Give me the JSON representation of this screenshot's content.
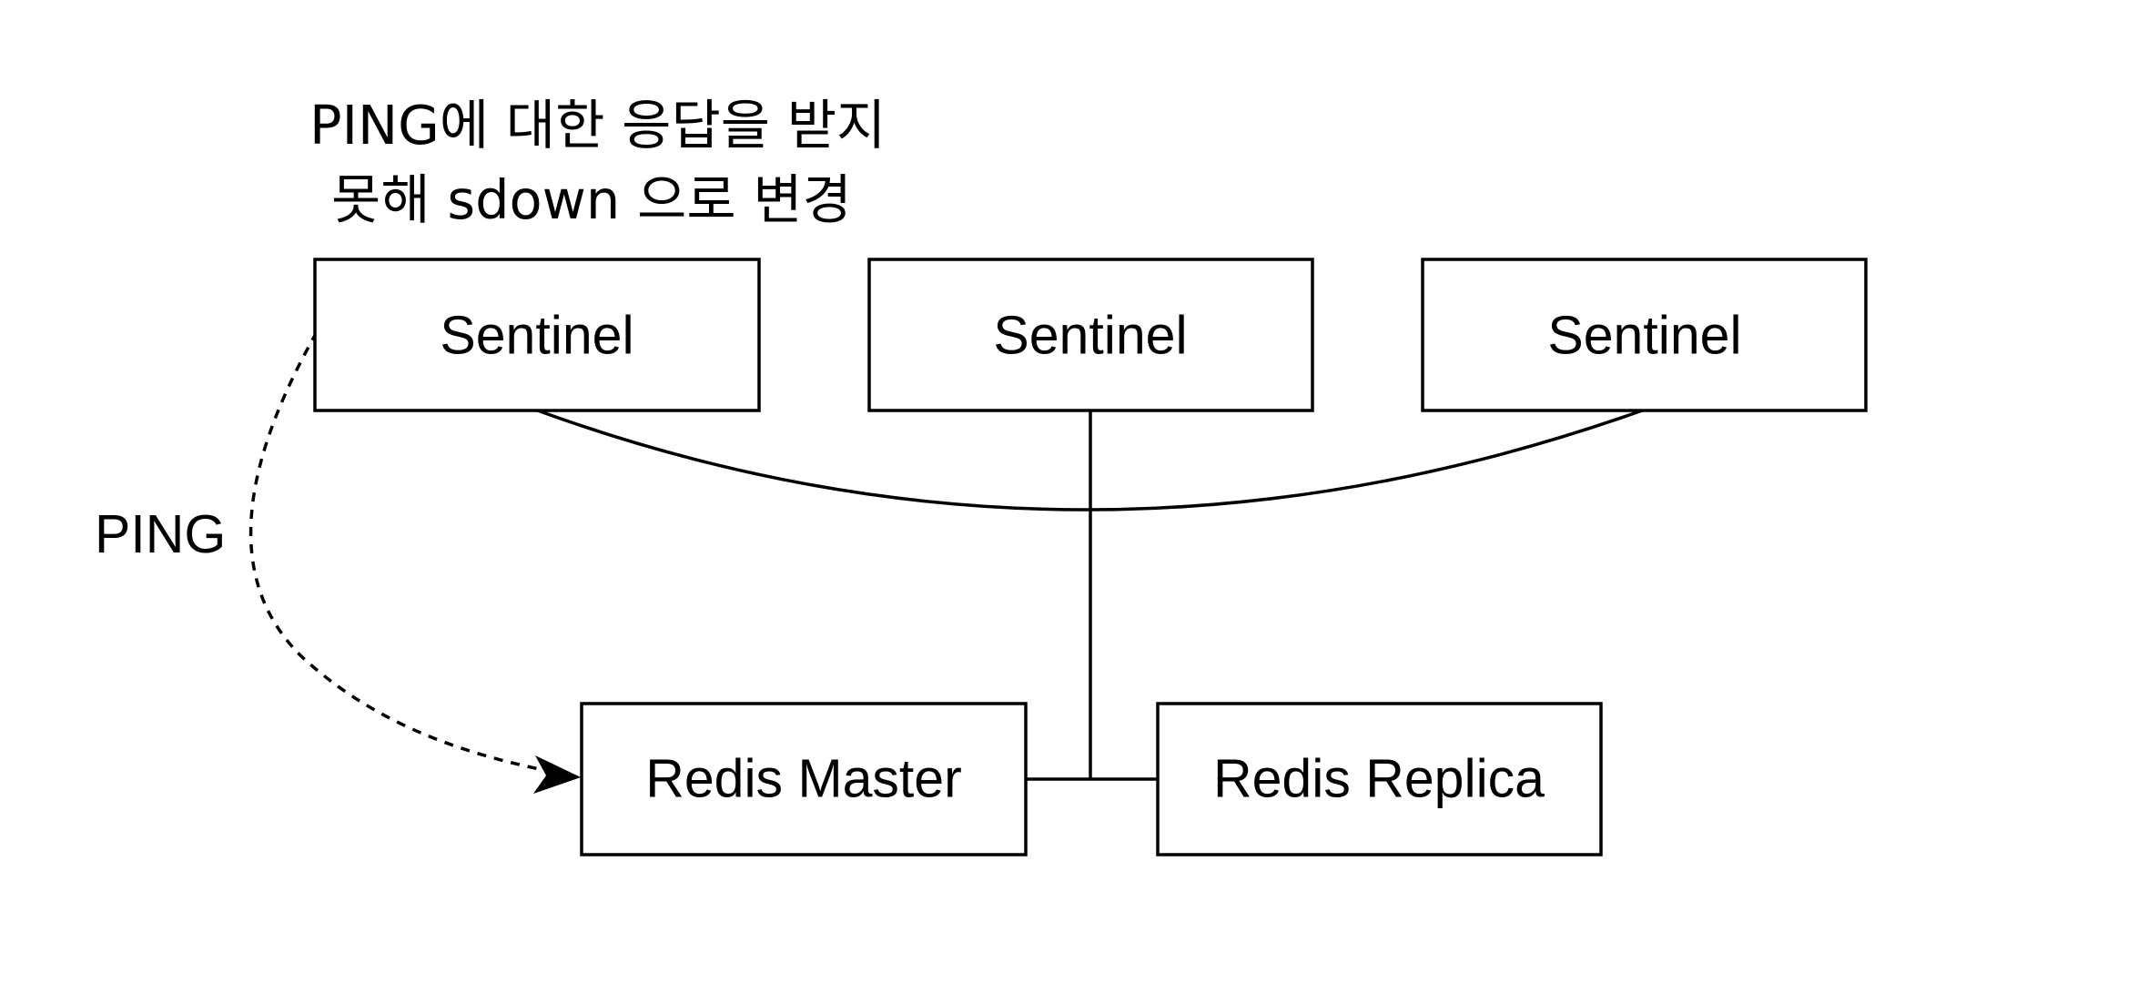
{
  "annotation": {
    "line1": "PING에 대한 응답을 받지",
    "line2": "못해 sdown 으로 변경"
  },
  "ping_label": "PING",
  "nodes": {
    "sentinel_1": "Sentinel",
    "sentinel_2": "Sentinel",
    "sentinel_3": "Sentinel",
    "redis_master": "Redis Master",
    "redis_replica": "Redis Replica"
  },
  "colors": {
    "stroke": "#000000",
    "background": "#ffffff"
  }
}
